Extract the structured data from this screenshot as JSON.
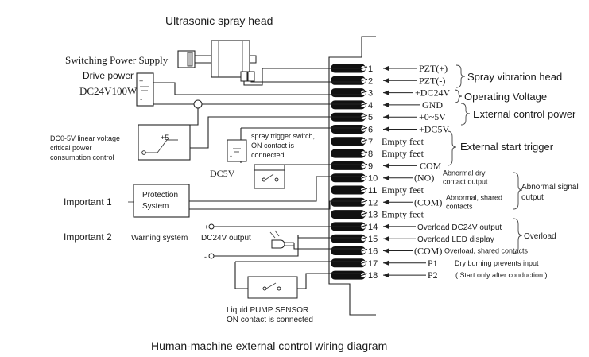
{
  "title": "Human-machine external control wiring diagram",
  "head_label": "Ultrasonic spray head",
  "left": {
    "psu_label": "Switching Power Supply",
    "drive_power": "Drive power",
    "psu_rating": "DC24V100W",
    "plus": "+",
    "minus": "-",
    "linear_label": [
      "DC0-5V linear voltage",
      "critical power",
      "consumption control"
    ],
    "linear_plus": "+5",
    "dc5v": "DC5V",
    "trigger_label": [
      "spray trigger switch,",
      "ON contact is",
      "connected"
    ],
    "important1": "Important 1",
    "protection": [
      "Protection",
      "System"
    ],
    "important2": "Important 2",
    "warning": "Warning system",
    "warn_output": "DC24V output",
    "pump_label": [
      "Liquid PUMP SENSOR",
      "ON contact is connected"
    ]
  },
  "pins": [
    {
      "n": "1",
      "label": "PZT(+)"
    },
    {
      "n": "2",
      "label": "PZT(-)"
    },
    {
      "n": "3",
      "label": "+DC24V"
    },
    {
      "n": "4",
      "label": "GND"
    },
    {
      "n": "5",
      "label": "+0~5V"
    },
    {
      "n": "6",
      "label": "+DC5V"
    },
    {
      "n": "7",
      "label": "Empty feet"
    },
    {
      "n": "8",
      "label": "Empty feet"
    },
    {
      "n": "9",
      "label": "COM"
    },
    {
      "n": "10",
      "label": "(NO)",
      "sub": [
        "Abnormal dry",
        "contact output"
      ]
    },
    {
      "n": "11",
      "label": "Empty feet"
    },
    {
      "n": "12",
      "label": "(COM)",
      "sub": [
        "Abnormal, shared",
        "contacts"
      ]
    },
    {
      "n": "13",
      "label": "Empty feet"
    },
    {
      "n": "14",
      "label": "Overload DC24V output"
    },
    {
      "n": "15",
      "label": "Overload LED display"
    },
    {
      "n": "16",
      "label": "(COM)",
      "sub": [
        "Overload, shared contacts"
      ]
    },
    {
      "n": "17",
      "label": "P1",
      "sub": [
        "Dry burning prevents input"
      ]
    },
    {
      "n": "18",
      "label": "P2",
      "sub": [
        "( Start only after conduction )"
      ]
    }
  ],
  "groups": {
    "spray_head": "Spray vibration head",
    "operating_voltage": "Operating Voltage",
    "external_control": "External control power",
    "external_trigger": "External start trigger",
    "abnormal_signal": [
      "Abnormal signal",
      "output"
    ],
    "overload": "Overload"
  }
}
